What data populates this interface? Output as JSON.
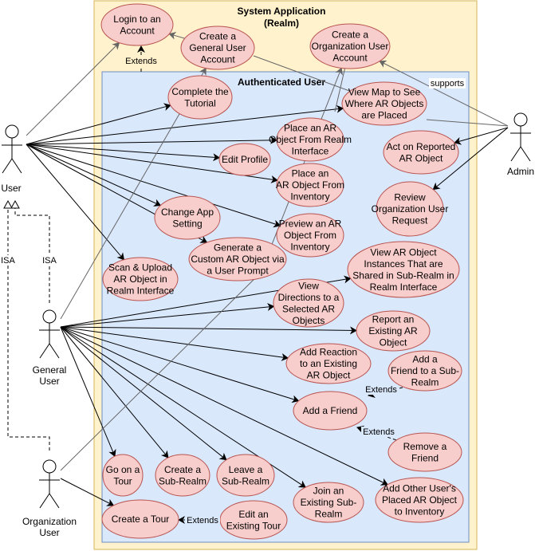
{
  "colors": {
    "system_fill": "#fff2cc",
    "system_stroke": "#d6b656",
    "auth_fill": "#dae8fc",
    "auth_stroke": "#6c8ebf",
    "usecase_fill": "#f8cecc",
    "usecase_stroke": "#b85450",
    "line": "#000000",
    "grey_line": "#666666"
  },
  "system": {
    "title_line1": "System Application",
    "title_line2": "(Realm)"
  },
  "authenticated": {
    "title": "Authenticated User"
  },
  "actors": [
    {
      "id": "user",
      "label_lines": [
        "User"
      ]
    },
    {
      "id": "general",
      "label_lines": [
        "General",
        "User"
      ]
    },
    {
      "id": "org",
      "label_lines": [
        "Organization",
        "User"
      ]
    },
    {
      "id": "admin",
      "label_lines": [
        "Admin"
      ]
    }
  ],
  "use_cases": [
    {
      "id": "login",
      "lines": [
        "Login to an",
        "Account"
      ]
    },
    {
      "id": "create_general",
      "lines": [
        "Create a",
        "General User",
        "Account"
      ]
    },
    {
      "id": "create_org",
      "lines": [
        "Create a",
        "Organization User",
        "Account"
      ]
    },
    {
      "id": "tutorial",
      "lines": [
        "Complete the",
        "Tutorial"
      ]
    },
    {
      "id": "view_map",
      "lines": [
        "View Map to See",
        "Where AR Objects",
        "are Placed"
      ]
    },
    {
      "id": "place_realm",
      "lines": [
        "Place an AR",
        "Object From Realm",
        "Interface"
      ]
    },
    {
      "id": "act_reported",
      "lines": [
        "Act on Reported",
        "AR Object"
      ]
    },
    {
      "id": "edit_profile",
      "lines": [
        "Edit Profile"
      ]
    },
    {
      "id": "place_inventory",
      "lines": [
        "Place an",
        "AR Object From",
        "Inventory"
      ]
    },
    {
      "id": "review_org",
      "lines": [
        "Review",
        "Organization User",
        "Request"
      ]
    },
    {
      "id": "change_settings",
      "lines": [
        "Change App",
        "Setting"
      ]
    },
    {
      "id": "preview",
      "lines": [
        "Preview an AR",
        "Object From",
        "Inventory"
      ]
    },
    {
      "id": "generate",
      "lines": [
        "Generate a",
        "Custom AR Object via",
        "a User Prompt"
      ]
    },
    {
      "id": "scan",
      "lines": [
        "Scan & Upload",
        "AR Object in",
        "Realm Interface"
      ]
    },
    {
      "id": "view_instances",
      "lines": [
        "View AR Object",
        "Instances That are",
        "Shared in Sub-Realm in",
        "Realm Interface"
      ]
    },
    {
      "id": "directions",
      "lines": [
        "View",
        "Directions to a",
        "Selected AR",
        "Objects"
      ]
    },
    {
      "id": "report",
      "lines": [
        "Report an",
        "Existing AR",
        "Object"
      ]
    },
    {
      "id": "reaction",
      "lines": [
        "Add Reaction",
        "to an Existing",
        "AR Object"
      ]
    },
    {
      "id": "friend_sub",
      "lines": [
        "Add a",
        "Friend to a Sub-",
        "Realm"
      ]
    },
    {
      "id": "add_friend",
      "lines": [
        "Add a Friend"
      ]
    },
    {
      "id": "remove_friend",
      "lines": [
        "Remove a",
        "Friend"
      ]
    },
    {
      "id": "go_tour",
      "lines": [
        "Go on a",
        "Tour"
      ]
    },
    {
      "id": "create_sub",
      "lines": [
        "Create a",
        "Sub-Realm"
      ]
    },
    {
      "id": "leave_sub",
      "lines": [
        "Leave a",
        "Sub-Realm"
      ]
    },
    {
      "id": "join_sub",
      "lines": [
        "Join an",
        "Existing Sub-",
        "Realm"
      ]
    },
    {
      "id": "add_other",
      "lines": [
        "Add Other User's",
        "Placed AR Object",
        "to Inventory"
      ]
    },
    {
      "id": "create_tour",
      "lines": [
        "Create a Tour"
      ]
    },
    {
      "id": "edit_tour",
      "lines": [
        "Edit an",
        "Existing Tour"
      ]
    }
  ],
  "relations": {
    "extends": "Extends",
    "supports": "supports",
    "isa": "ISA"
  }
}
